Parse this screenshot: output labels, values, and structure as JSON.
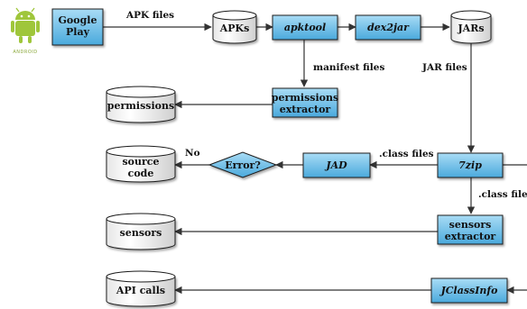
{
  "colors": {
    "box_fill": "#5bbbe8",
    "box_fill_light": "#a9dcf5",
    "box_stroke": "#1a1a1a",
    "cylinder_fill": "#ffffff",
    "diamond_fill": "#5bbbe8",
    "android_green": "#9fc63b"
  },
  "logo": {
    "icon": "android-robot-icon",
    "caption": "ANDROID"
  },
  "nodes": {
    "google_play": "Google Play",
    "apks": "APKs",
    "apktool": "apktool",
    "dex2jar": "dex2jar",
    "jars": "JARs",
    "permissions_extractor": "permissions extractor",
    "permissions": "permissions",
    "zip7": "7zip",
    "jad": "JAD",
    "error": "Error?",
    "source_code": "source code",
    "sensors_extractor": "sensors extractor",
    "sensors": "sensors",
    "jclassinfo": "JClassInfo",
    "api_calls": "API calls"
  },
  "edges": {
    "apk_files": "APK files",
    "manifest_files": "manifest files",
    "jar_files": "JAR files",
    "class_files_to_jad": ".class files",
    "class_files_to_sensors": ".class files",
    "no": "No"
  }
}
